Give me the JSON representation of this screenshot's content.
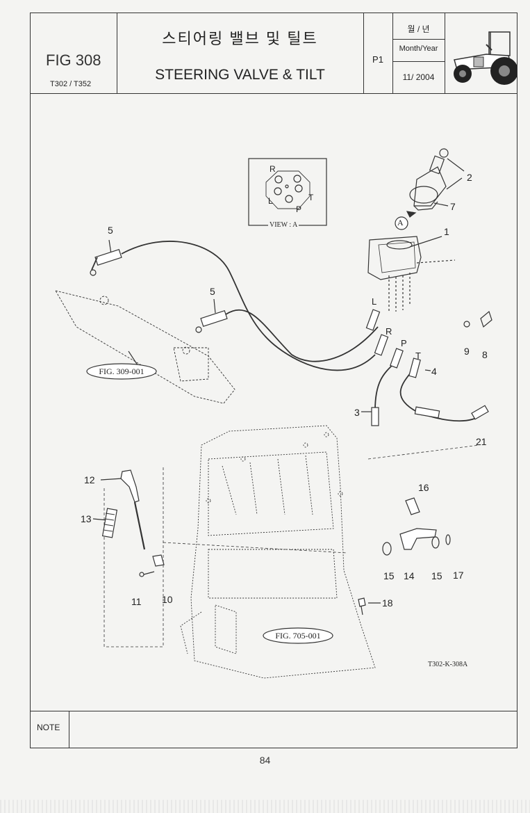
{
  "header": {
    "fig_number": "FIG 308",
    "models": "T302 / T352",
    "title_korean": "스티어링 밸브 및 틸트",
    "title_english": "STEERING VALVE & TILT",
    "page_code": "P1",
    "date_label_korean": "월 / 년",
    "date_label_english": "Month/Year",
    "date_value": "11/ 2004",
    "tractor_icon": "tractor-icon"
  },
  "view_box": {
    "caption": "VIEW : A",
    "ports": [
      "R",
      "L",
      "T",
      "P"
    ]
  },
  "part_callouts": [
    "1",
    "2",
    "3",
    "4",
    "5",
    "5",
    "7",
    "8",
    "9",
    "10",
    "11",
    "12",
    "13",
    "14",
    "15",
    "15",
    "16",
    "17",
    "18",
    "21"
  ],
  "port_labels": [
    "L",
    "R",
    "P",
    "T"
  ],
  "detail_marker": "A",
  "references": {
    "fig_309": "FIG. 309-001",
    "fig_705": "FIG. 705-001",
    "drawing_code": "T302-K-308A"
  },
  "note_label": "NOTE",
  "page_number": "84"
}
